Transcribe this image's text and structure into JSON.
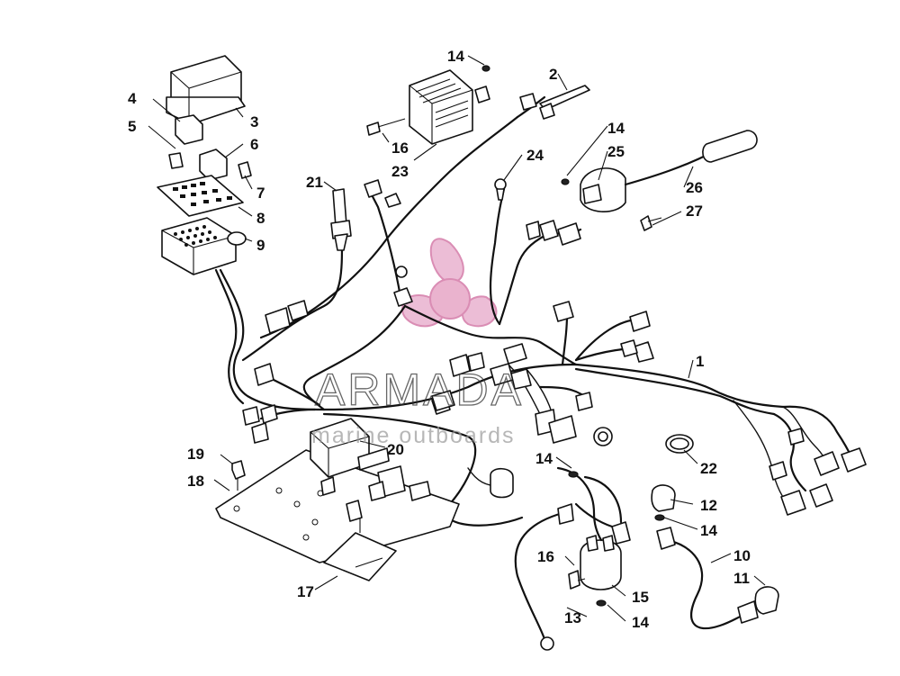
{
  "watermark": {
    "brand": "ARMADA",
    "tagline": "marine outboards",
    "logo_color": "#e7a6c6"
  },
  "callouts": {
    "c1": "1",
    "c2": "2",
    "c3": "3",
    "c4": "4",
    "c5": "5",
    "c6": "6",
    "c7": "7",
    "c8": "8",
    "c9": "9",
    "c10": "10",
    "c11": "11",
    "c12": "12",
    "c13": "13",
    "c14a": "14",
    "c14b": "14",
    "c14c": "14",
    "c14d": "14",
    "c14e": "14",
    "c15": "15",
    "c16a": "16",
    "c16b": "16",
    "c17": "17",
    "c18": "18",
    "c19": "19",
    "c20": "20",
    "c21": "21",
    "c22": "22",
    "c23": "23",
    "c24": "24",
    "c25": "25",
    "c26": "26",
    "c27": "27"
  }
}
